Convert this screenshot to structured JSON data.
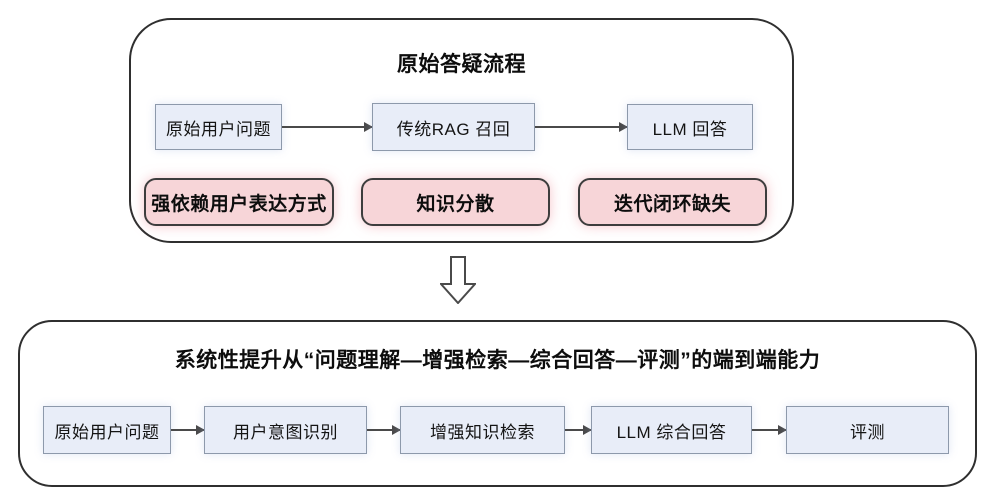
{
  "top_panel": {
    "title": "原始答疑流程",
    "flow": [
      {
        "label": "原始用户问题"
      },
      {
        "label": "传统RAG 召回"
      },
      {
        "label": "LLM 回答"
      }
    ],
    "issues": [
      {
        "label": "强依赖用户表达方式"
      },
      {
        "label": "知识分散"
      },
      {
        "label": "迭代闭环缺失"
      }
    ]
  },
  "transition": {
    "icon": "down-arrow"
  },
  "bottom_panel": {
    "title": "系统性提升从“问题理解—增强检索—综合回答—评测”的端到端能力",
    "flow": [
      {
        "label": "原始用户问题"
      },
      {
        "label": "用户意图识别"
      },
      {
        "label": "增强知识检索"
      },
      {
        "label": "LLM 综合回答"
      },
      {
        "label": "评测"
      }
    ]
  },
  "colors": {
    "process_fill": "#e8edf8",
    "process_border": "#8d99ab",
    "issue_fill": "#f7d5d8",
    "issue_border": "#3d3d3d",
    "panel_border": "#2f2f2f",
    "arrow": "#4a4a4a"
  }
}
